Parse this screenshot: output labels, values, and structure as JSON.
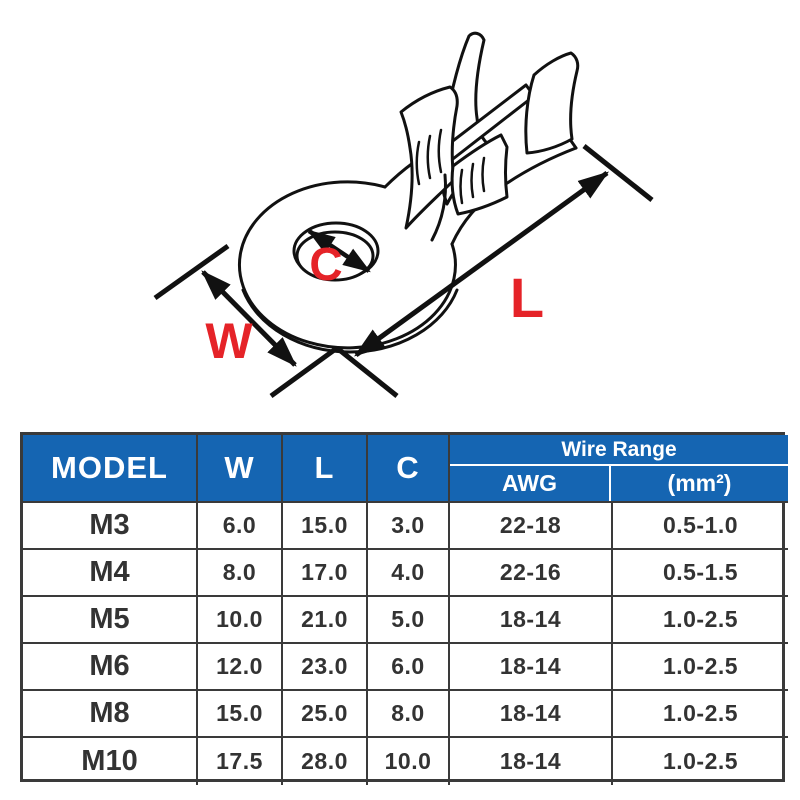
{
  "diagram": {
    "type": "ring-terminal-dimension-drawing",
    "labels": {
      "w": "W",
      "l": "L",
      "c": "C"
    },
    "label_color": "#e52328",
    "line_color": "#111111"
  },
  "table": {
    "header": {
      "model": "MODEL",
      "w": "W",
      "l": "L",
      "c": "C",
      "wire_range": "Wire Range",
      "awg": "AWG",
      "mm2": "(mm²)"
    },
    "rows": [
      {
        "model": "M3",
        "w": "6.0",
        "l": "15.0",
        "c": "3.0",
        "awg": "22-18",
        "mm2": "0.5-1.0"
      },
      {
        "model": "M4",
        "w": "8.0",
        "l": "17.0",
        "c": "4.0",
        "awg": "22-16",
        "mm2": "0.5-1.5"
      },
      {
        "model": "M5",
        "w": "10.0",
        "l": "21.0",
        "c": "5.0",
        "awg": "18-14",
        "mm2": "1.0-2.5"
      },
      {
        "model": "M6",
        "w": "12.0",
        "l": "23.0",
        "c": "6.0",
        "awg": "18-14",
        "mm2": "1.0-2.5"
      },
      {
        "model": "M8",
        "w": "15.0",
        "l": "25.0",
        "c": "8.0",
        "awg": "18-14",
        "mm2": "1.0-2.5"
      },
      {
        "model": "M10",
        "w": "17.5",
        "l": "28.0",
        "c": "10.0",
        "awg": "18-14",
        "mm2": "1.0-2.5"
      }
    ]
  },
  "colors": {
    "header_bg": "#1565b2",
    "accent_red": "#e52328",
    "border": "#3a3a3a",
    "text": "#333333"
  }
}
